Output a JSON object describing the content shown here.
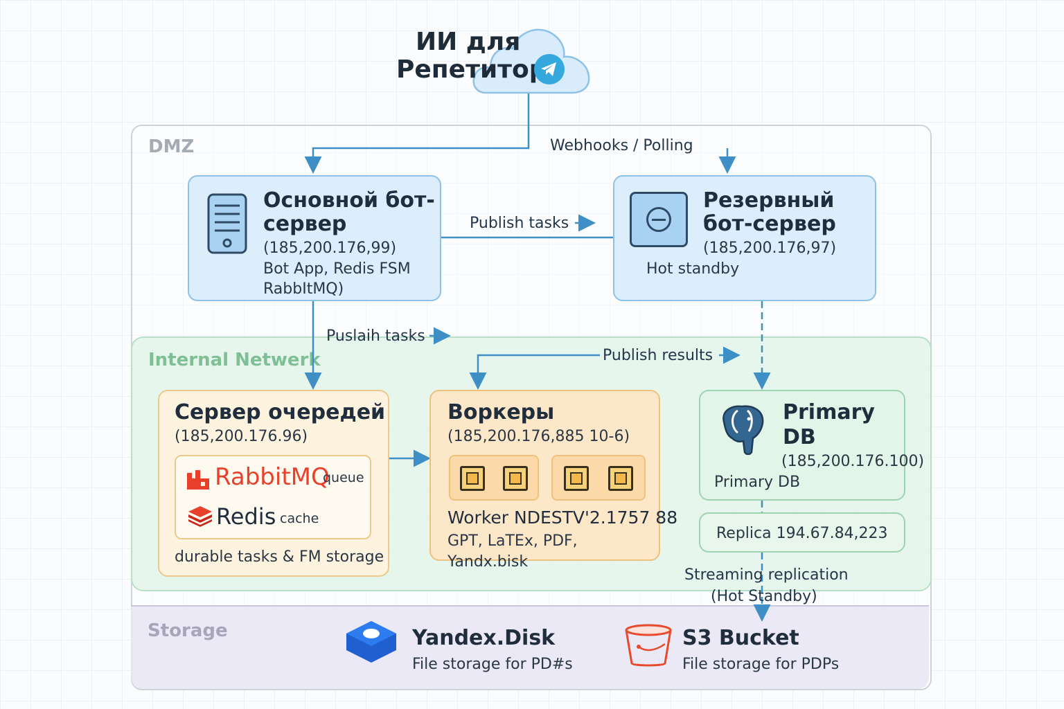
{
  "title": {
    "line1": "ИИ для",
    "line2": "Репетитор"
  },
  "zones": {
    "dmz": "DMZ",
    "internal": "Internal Netwerk",
    "storage": "Storage"
  },
  "edges": {
    "webhooks": "Webhooks / Polling",
    "publish_tasks": "Publish tasks",
    "puslaih_tasks": "Puslaih tasks",
    "publish_results": "Publish results",
    "replication_line1": "Streaming replication",
    "replication_line2": "(Hot Standby)"
  },
  "main_bot": {
    "title_line1": "Основной бот-",
    "title_line2": "сервер",
    "ip": "(185,200.176,99)",
    "line1": "Bot App, Redis FSM",
    "line2": "RabbItMQ)"
  },
  "backup_bot": {
    "title_line1": "Резервный",
    "title_line2": "бот-сервер",
    "ip": "(185,200.176,97)",
    "line1": "Hot standby"
  },
  "queue_server": {
    "title": "Сервер очередей",
    "ip": "(185,200.176.96)",
    "rabbit": "RabbitMQ",
    "rabbit_note": "queue",
    "redis": "Redis",
    "redis_note": "cache",
    "footer": "durable tasks & FM storage"
  },
  "workers": {
    "title": "Воркеры",
    "ip": "(185,200.176,885 10-6)",
    "line1": "Worker NDESTV'2.1757 88",
    "line2": "GPT, LaTEx, PDF, Yandx.bisk"
  },
  "primary_db": {
    "title_line1": "Primary",
    "title_line2": "DB",
    "ip": "(185,200.176.100)",
    "line1": "Primary DB"
  },
  "replica": {
    "label": "Replica 194.67.84,223"
  },
  "yandex_disk": {
    "title": "Yandex.Disk",
    "sub": "File storage for PD#s"
  },
  "s3": {
    "title": "S3 Bucket",
    "sub": "File storage for PDPs"
  },
  "colors": {
    "arrow": "#3d8fc6",
    "blue_box": "#dcedfb",
    "orange_box": "#fdf3df",
    "green_box": "#e3f4e8",
    "storage_zone": "#e7e5f3"
  },
  "icons": [
    "telegram-icon",
    "cloud-icon",
    "server-icon",
    "standby-icon",
    "rabbitmq-icon",
    "redis-icon",
    "cpu-chip-icon",
    "postgresql-elephant-icon",
    "yandex-disk-icon",
    "s3-bucket-icon"
  ]
}
